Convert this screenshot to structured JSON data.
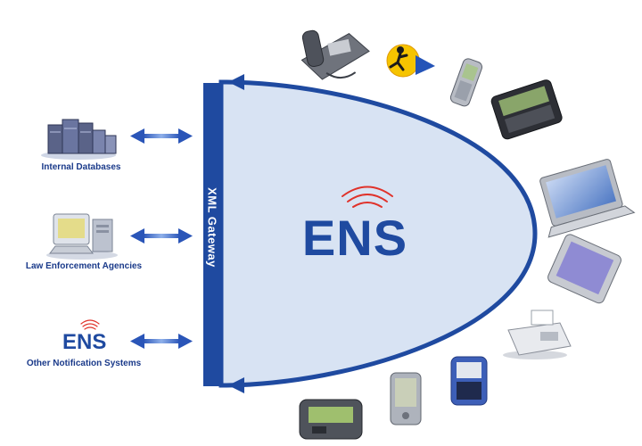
{
  "sources": [
    {
      "label": "Internal Databases"
    },
    {
      "label": "Law Enforcement Agencies"
    },
    {
      "label": "Other Notification Systems"
    }
  ],
  "gateway": {
    "label": "XML Gateway"
  },
  "center": {
    "label": "ENS"
  },
  "ens_logo": {
    "label": "ENS"
  },
  "devices": [
    {
      "icon": "desk-phone-icon"
    },
    {
      "icon": "instant-messenger-icon"
    },
    {
      "icon": "mobile-phone-icon"
    },
    {
      "icon": "two-way-pager-icon"
    },
    {
      "icon": "laptop-icon"
    },
    {
      "icon": "tablet-pc-icon"
    },
    {
      "icon": "fax-machine-icon"
    },
    {
      "icon": "blackberry-icon"
    },
    {
      "icon": "pda-icon"
    },
    {
      "icon": "pager-icon"
    }
  ],
  "colors": {
    "accent": "#1f4aa0",
    "region_fill": "#d8e3f3",
    "signal": "#e0322a",
    "arrow": "#3a6fd0"
  }
}
